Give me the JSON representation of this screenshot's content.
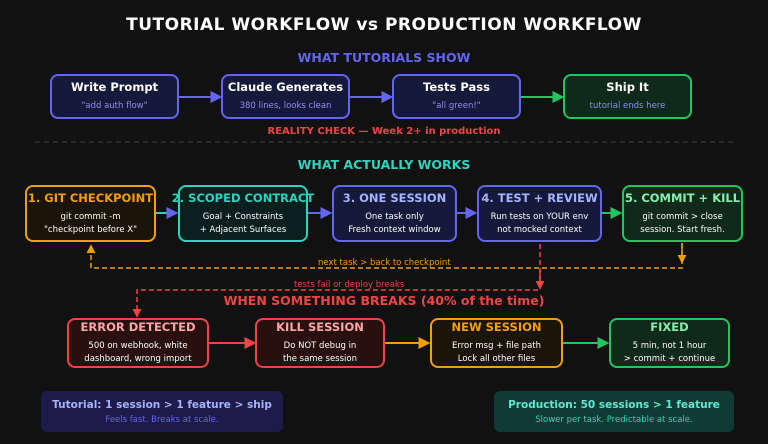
{
  "title": "TUTORIAL WORKFLOW  vs  PRODUCTION WORKFLOW",
  "tutorial_section": {
    "heading": "WHAT TUTORIALS SHOW",
    "steps": [
      {
        "title": "Write Prompt",
        "subtitle": "\"add auth flow\""
      },
      {
        "title": "Claude Generates",
        "subtitle": "380 lines, looks clean"
      },
      {
        "title": "Tests Pass",
        "subtitle": "\"all green!\""
      },
      {
        "title": "Ship It",
        "subtitle": "tutorial ends here"
      }
    ]
  },
  "reality_check": "REALITY CHECK  —  Week 2+ in production",
  "works_section": {
    "heading": "WHAT ACTUALLY WORKS",
    "steps": [
      {
        "title": "1. GIT CHECKPOINT",
        "line1": "git commit -m",
        "line2": "\"checkpoint before X\""
      },
      {
        "title": "2. SCOPED CONTRACT",
        "line1": "Goal + Constraints",
        "line2": "+ Adjacent Surfaces"
      },
      {
        "title": "3. ONE SESSION",
        "line1": "One task only",
        "line2": "Fresh context window"
      },
      {
        "title": "4. TEST + REVIEW",
        "line1": "Run tests on YOUR env",
        "line2": "not mocked context"
      },
      {
        "title": "5. COMMIT + KILL",
        "line1": "git commit > close",
        "line2": "session. Start fresh."
      }
    ],
    "loop_label": "next task > back to checkpoint",
    "fail_label": "tests fail or deploy breaks"
  },
  "break_section": {
    "heading": "WHEN SOMETHING BREAKS  (40% of the time)",
    "steps": [
      {
        "title": "ERROR DETECTED",
        "line1": "500 on webhook, white",
        "line2": "dashboard, wrong import"
      },
      {
        "title": "KILL SESSION",
        "line1": "Do NOT debug in",
        "line2": "the same session"
      },
      {
        "title": "NEW SESSION",
        "line1": "Error msg + file path",
        "line2": "Lock all other files"
      },
      {
        "title": "FIXED",
        "line1": "5 min, not 1 hour",
        "line2": "> commit + continue"
      }
    ]
  },
  "footer": {
    "tutorial": {
      "title": "Tutorial: 1 session > 1 feature > ship",
      "subtitle": "Feels fast. Breaks at scale."
    },
    "production": {
      "title": "Production: 50 sessions > 1 feature",
      "subtitle": "Slower per task. Predictable at scale."
    }
  },
  "colors": {
    "background": "#111111",
    "blue": "#6366f1",
    "green": "#22c55e",
    "orange": "#f59e0b",
    "teal": "#2dd4bf",
    "red": "#ef4444"
  }
}
